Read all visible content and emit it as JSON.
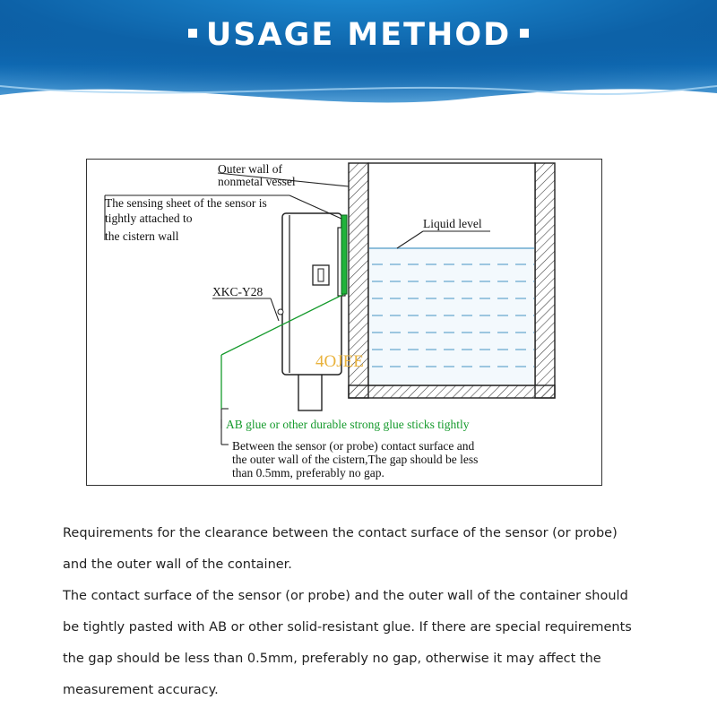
{
  "header": {
    "title": "USAGE METHOD"
  },
  "figure": {
    "labels": {
      "outer_wall_1": "Outer wall of",
      "outer_wall_2": "nonmetal vessel",
      "sensing_1": "The sensing sheet of the sensor is",
      "sensing_2": "tightly attached to",
      "sensing_3": "the cistern wall",
      "liquid_level": "Liquid level",
      "model": "XKC-Y28",
      "watermark": "4OJEE",
      "glue": "AB glue or other durable strong glue sticks tightly",
      "gap_1": "Between the sensor (or probe) contact surface and",
      "gap_2": "the outer wall of the cistern,The gap should be less",
      "gap_3": "than 0.5mm, preferably no gap."
    },
    "colors": {
      "glue_green": "#159a2c",
      "liquid_dash": "#7fb6d6",
      "watermark": "#e9b23c"
    }
  },
  "description": {
    "lines": [
      "Requirements for the clearance between the contact surface of the sensor (or probe)",
      "and the outer wall of the container.",
      "The contact surface of the sensor (or probe) and the outer wall of the container should",
      "be tightly pasted with AB or other solid-resistant glue. If there are special requirements",
      "the gap should be less than 0.5mm, preferably no gap, otherwise it may affect the",
      "measurement accuracy."
    ]
  }
}
